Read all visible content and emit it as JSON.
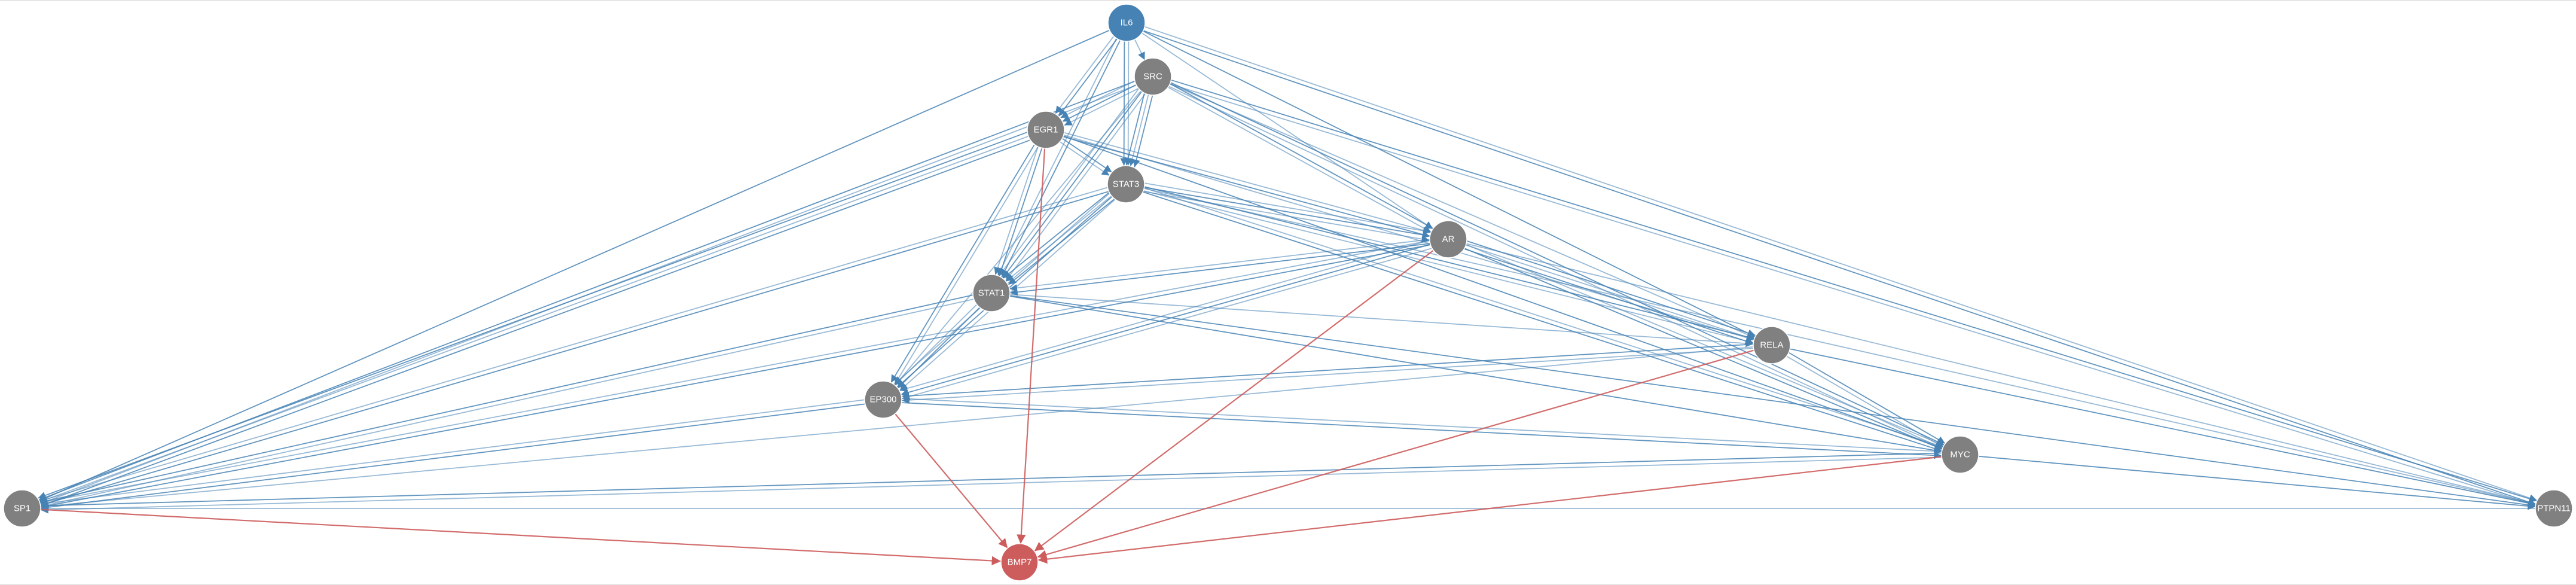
{
  "colors": {
    "source_node": "#4682b4",
    "target_node": "#cd5c5c",
    "intermediate_node": "#808080",
    "activation_edge": "#4682b4",
    "target_edge": "#cd5c5c"
  },
  "nodes": [
    {
      "id": "IL6",
      "label": "IL6",
      "role": "source"
    },
    {
      "id": "SRC",
      "label": "SRC",
      "role": "intermediate"
    },
    {
      "id": "EGR1",
      "label": "EGR1",
      "role": "intermediate"
    },
    {
      "id": "STAT3",
      "label": "STAT3",
      "role": "intermediate"
    },
    {
      "id": "AR",
      "label": "AR",
      "role": "intermediate"
    },
    {
      "id": "STAT1",
      "label": "STAT1",
      "role": "intermediate"
    },
    {
      "id": "RELA",
      "label": "RELA",
      "role": "intermediate"
    },
    {
      "id": "EP300",
      "label": "EP300",
      "role": "intermediate"
    },
    {
      "id": "MYC",
      "label": "MYC",
      "role": "intermediate"
    },
    {
      "id": "SP1",
      "label": "SP1",
      "role": "intermediate"
    },
    {
      "id": "PTPN11",
      "label": "PTPN11",
      "role": "intermediate"
    },
    {
      "id": "BMP7",
      "label": "BMP7",
      "role": "target"
    }
  ],
  "edges": [
    {
      "from": "IL6",
      "to": "SRC",
      "count": 1
    },
    {
      "from": "IL6",
      "to": "EGR1",
      "count": 2
    },
    {
      "from": "IL6",
      "to": "STAT3",
      "count": 2
    },
    {
      "from": "IL6",
      "to": "STAT1",
      "count": 2
    },
    {
      "from": "IL6",
      "to": "AR",
      "count": 1
    },
    {
      "from": "IL6",
      "to": "SP1",
      "count": 1
    },
    {
      "from": "IL6",
      "to": "PTPN11",
      "count": 2
    },
    {
      "from": "IL6",
      "to": "RELA",
      "count": 1
    },
    {
      "from": "SRC",
      "to": "EGR1",
      "count": 3
    },
    {
      "from": "SRC",
      "to": "STAT3",
      "count": 3
    },
    {
      "from": "SRC",
      "to": "STAT1",
      "count": 3
    },
    {
      "from": "SRC",
      "to": "AR",
      "count": 2
    },
    {
      "from": "SRC",
      "to": "EP300",
      "count": 1
    },
    {
      "from": "SRC",
      "to": "MYC",
      "count": 2
    },
    {
      "from": "SRC",
      "to": "RELA",
      "count": 1
    },
    {
      "from": "SRC",
      "to": "PTPN11",
      "count": 2
    },
    {
      "from": "SRC",
      "to": "SP1",
      "count": 2
    },
    {
      "from": "EGR1",
      "to": "STAT3",
      "count": 2
    },
    {
      "from": "EGR1",
      "to": "AR",
      "count": 2
    },
    {
      "from": "EGR1",
      "to": "STAT1",
      "count": 2
    },
    {
      "from": "EGR1",
      "to": "EP300",
      "count": 2
    },
    {
      "from": "EGR1",
      "to": "SP1",
      "count": 3
    },
    {
      "from": "EGR1",
      "to": "RELA",
      "count": 1
    },
    {
      "from": "EGR1",
      "to": "MYC",
      "count": 1
    },
    {
      "from": "STAT3",
      "to": "AR",
      "count": 3
    },
    {
      "from": "STAT3",
      "to": "STAT1",
      "count": 3
    },
    {
      "from": "STAT3",
      "to": "EP300",
      "count": 3
    },
    {
      "from": "STAT3",
      "to": "RELA",
      "count": 2
    },
    {
      "from": "STAT3",
      "to": "MYC",
      "count": 2
    },
    {
      "from": "STAT3",
      "to": "SP1",
      "count": 2
    },
    {
      "from": "STAT3",
      "to": "PTPN11",
      "count": 1
    },
    {
      "from": "AR",
      "to": "STAT1",
      "count": 2
    },
    {
      "from": "AR",
      "to": "EP300",
      "count": 3
    },
    {
      "from": "AR",
      "to": "RELA",
      "count": 3
    },
    {
      "from": "AR",
      "to": "MYC",
      "count": 2
    },
    {
      "from": "AR",
      "to": "SP1",
      "count": 2
    },
    {
      "from": "AR",
      "to": "PTPN11",
      "count": 1
    },
    {
      "from": "STAT1",
      "to": "EP300",
      "count": 2
    },
    {
      "from": "STAT1",
      "to": "RELA",
      "count": 1
    },
    {
      "from": "STAT1",
      "to": "MYC",
      "count": 1
    },
    {
      "from": "STAT1",
      "to": "SP1",
      "count": 2
    },
    {
      "from": "STAT1",
      "to": "PTPN11",
      "count": 1
    },
    {
      "from": "RELA",
      "to": "EP300",
      "count": 2
    },
    {
      "from": "RELA",
      "to": "MYC",
      "count": 2
    },
    {
      "from": "RELA",
      "to": "SP1",
      "count": 1
    },
    {
      "from": "RELA",
      "to": "PTPN11",
      "count": 1
    },
    {
      "from": "EP300",
      "to": "MYC",
      "count": 2
    },
    {
      "from": "EP300",
      "to": "SP1",
      "count": 2
    },
    {
      "from": "MYC",
      "to": "SP1",
      "count": 2
    },
    {
      "from": "MYC",
      "to": "PTPN11",
      "count": 1
    },
    {
      "from": "PTPN11",
      "to": "SP1",
      "count": 1
    },
    {
      "from": "EGR1",
      "to": "BMP7",
      "count": 1,
      "kind": "target"
    },
    {
      "from": "EP300",
      "to": "BMP7",
      "count": 1,
      "kind": "target"
    },
    {
      "from": "AR",
      "to": "BMP7",
      "count": 1,
      "kind": "target"
    },
    {
      "from": "RELA",
      "to": "BMP7",
      "count": 1,
      "kind": "target"
    },
    {
      "from": "MYC",
      "to": "BMP7",
      "count": 1,
      "kind": "target"
    },
    {
      "from": "SP1",
      "to": "BMP7",
      "count": 1,
      "kind": "target"
    }
  ]
}
